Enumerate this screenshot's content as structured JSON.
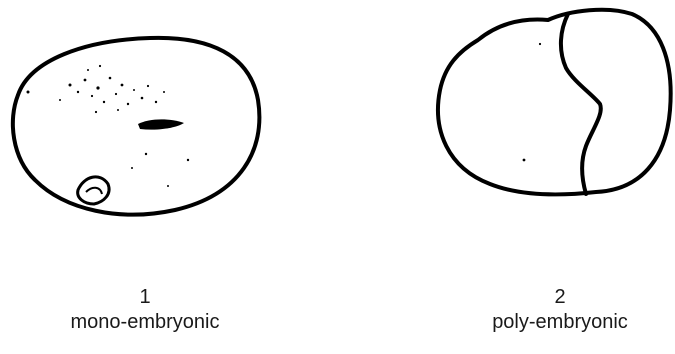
{
  "figures": [
    {
      "number": "1",
      "label": "mono-embryonic",
      "type": "single-embryo-seed-section"
    },
    {
      "number": "2",
      "label": "poly-embryonic",
      "type": "multiple-embryo-seed-section"
    }
  ],
  "colors": {
    "ink": "#000000",
    "background": "#ffffff",
    "text": "#1a1a1a"
  }
}
